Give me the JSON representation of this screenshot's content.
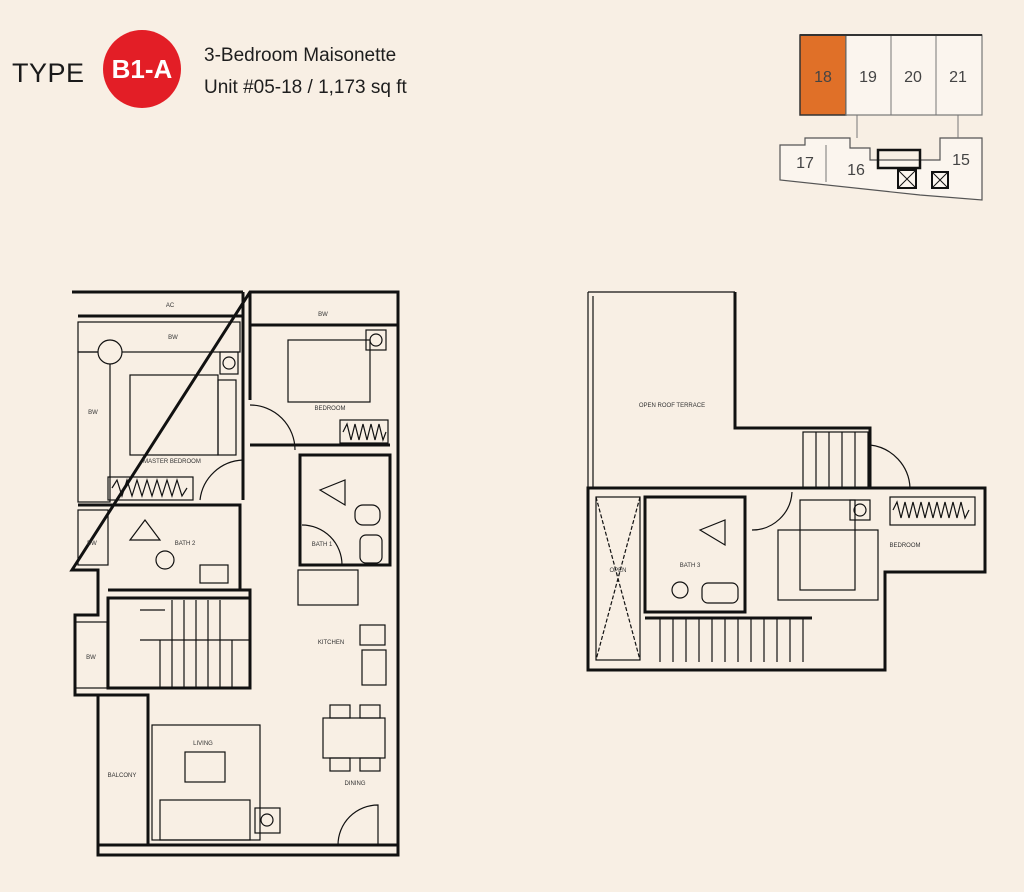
{
  "header": {
    "type_prefix": "TYPE",
    "type_code": "B1-A",
    "unit_type": "3-Bedroom Maisonette",
    "unit_info": "Unit #05-18 / 1,173 sq ft"
  },
  "colors": {
    "badge": "#e31e26",
    "highlight_unit": "#e07028",
    "background": "#f8efe4"
  },
  "key_plan": {
    "highlighted": "18",
    "units": [
      "18",
      "19",
      "20",
      "21",
      "17",
      "16",
      "15"
    ]
  },
  "lower_floor": {
    "rooms": {
      "ac": "AC",
      "bw_top_left": "BW",
      "bw_top_right": "BW",
      "bw_left": "BW",
      "master_bedroom": "MASTER BEDROOM",
      "bedroom": "BEDROOM",
      "bath2": "BATH 2",
      "bw_bath2": "BW",
      "bath1": "BATH 1",
      "bw_stair": "BW",
      "kitchen": "KITCHEN",
      "living": "LIVING",
      "dining": "DINING",
      "balcony": "BALCONY"
    }
  },
  "upper_floor": {
    "rooms": {
      "roof_terrace": "OPEN ROOF TERRACE",
      "void": "OPEN",
      "bath3": "BATH 3",
      "bedroom": "BEDROOM"
    }
  }
}
